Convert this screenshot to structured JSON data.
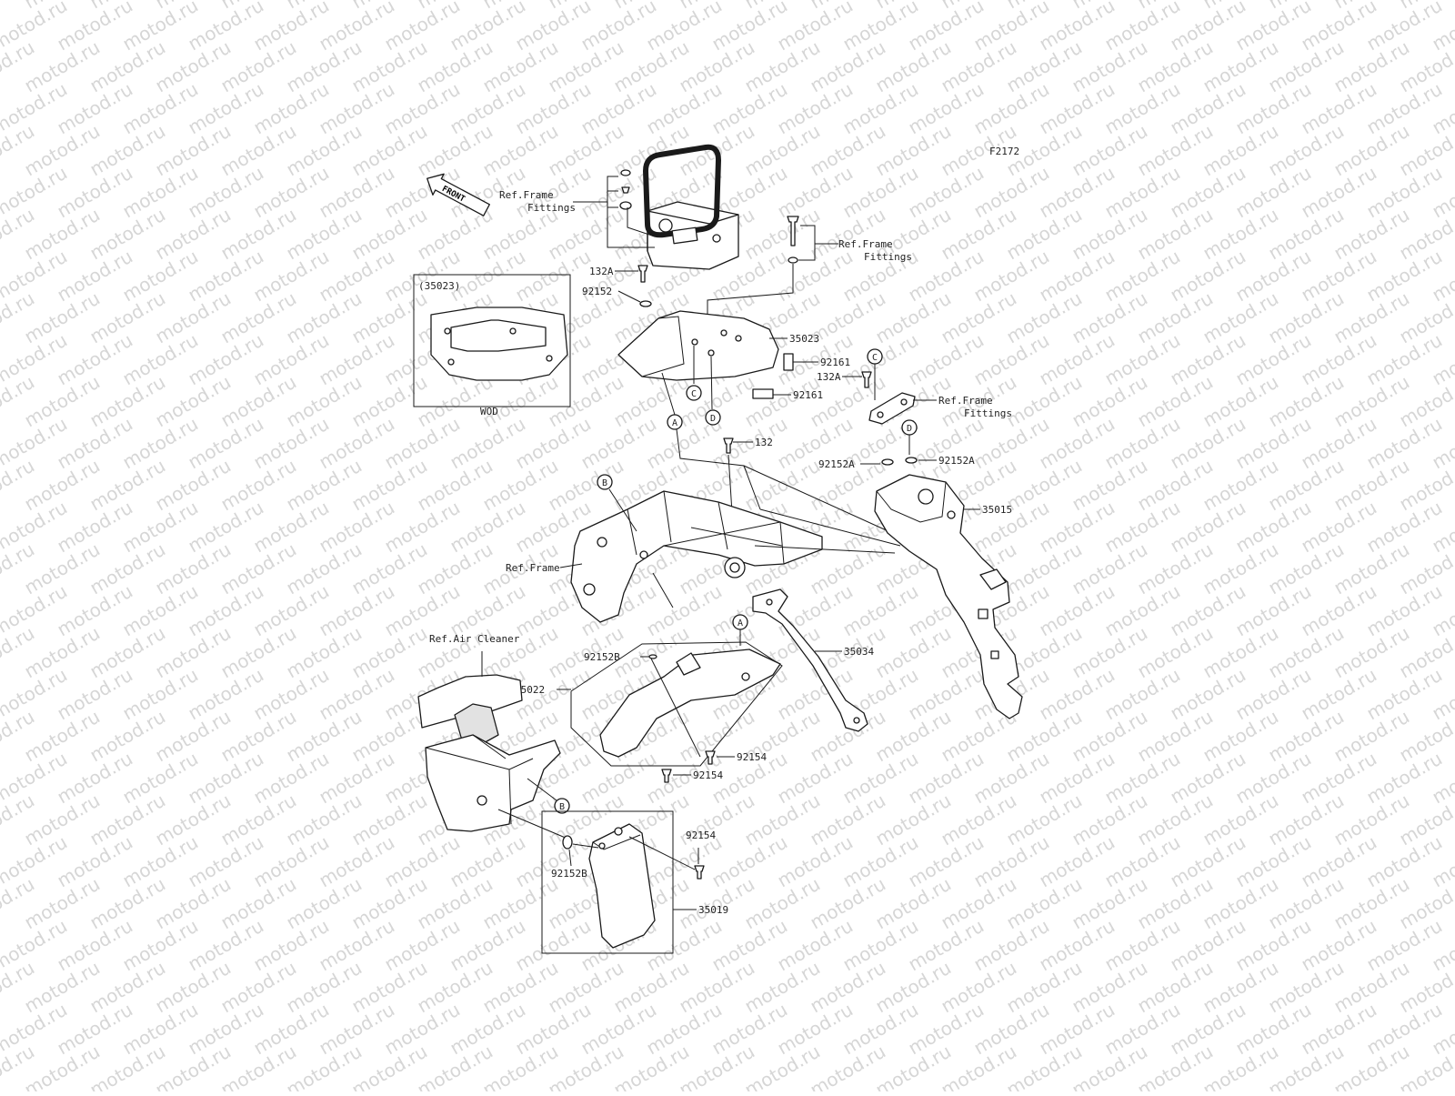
{
  "diagram": {
    "code": "F2172",
    "front_label": "FRONT",
    "watermark": "motod.ru",
    "inset_caption": "(35023)",
    "inset_sub": "WOD",
    "refs": {
      "frame_fittings": [
        "Ref.Frame",
        "Fittings"
      ],
      "frame": "Ref.Frame",
      "air_cleaner": "Ref.Air Cleaner"
    },
    "parts": {
      "p35023": "35023",
      "p35015": "35015",
      "p35034": "35034",
      "p35022": "35022",
      "p35019": "35019",
      "p92161": "92161",
      "p132": "132",
      "p132A": "132A",
      "p92152": "92152",
      "p92152A": "92152A",
      "p92152B": "92152B",
      "p92154": "92154"
    },
    "callouts": {
      "a": "A",
      "b": "B",
      "c": "C",
      "d": "D"
    }
  }
}
